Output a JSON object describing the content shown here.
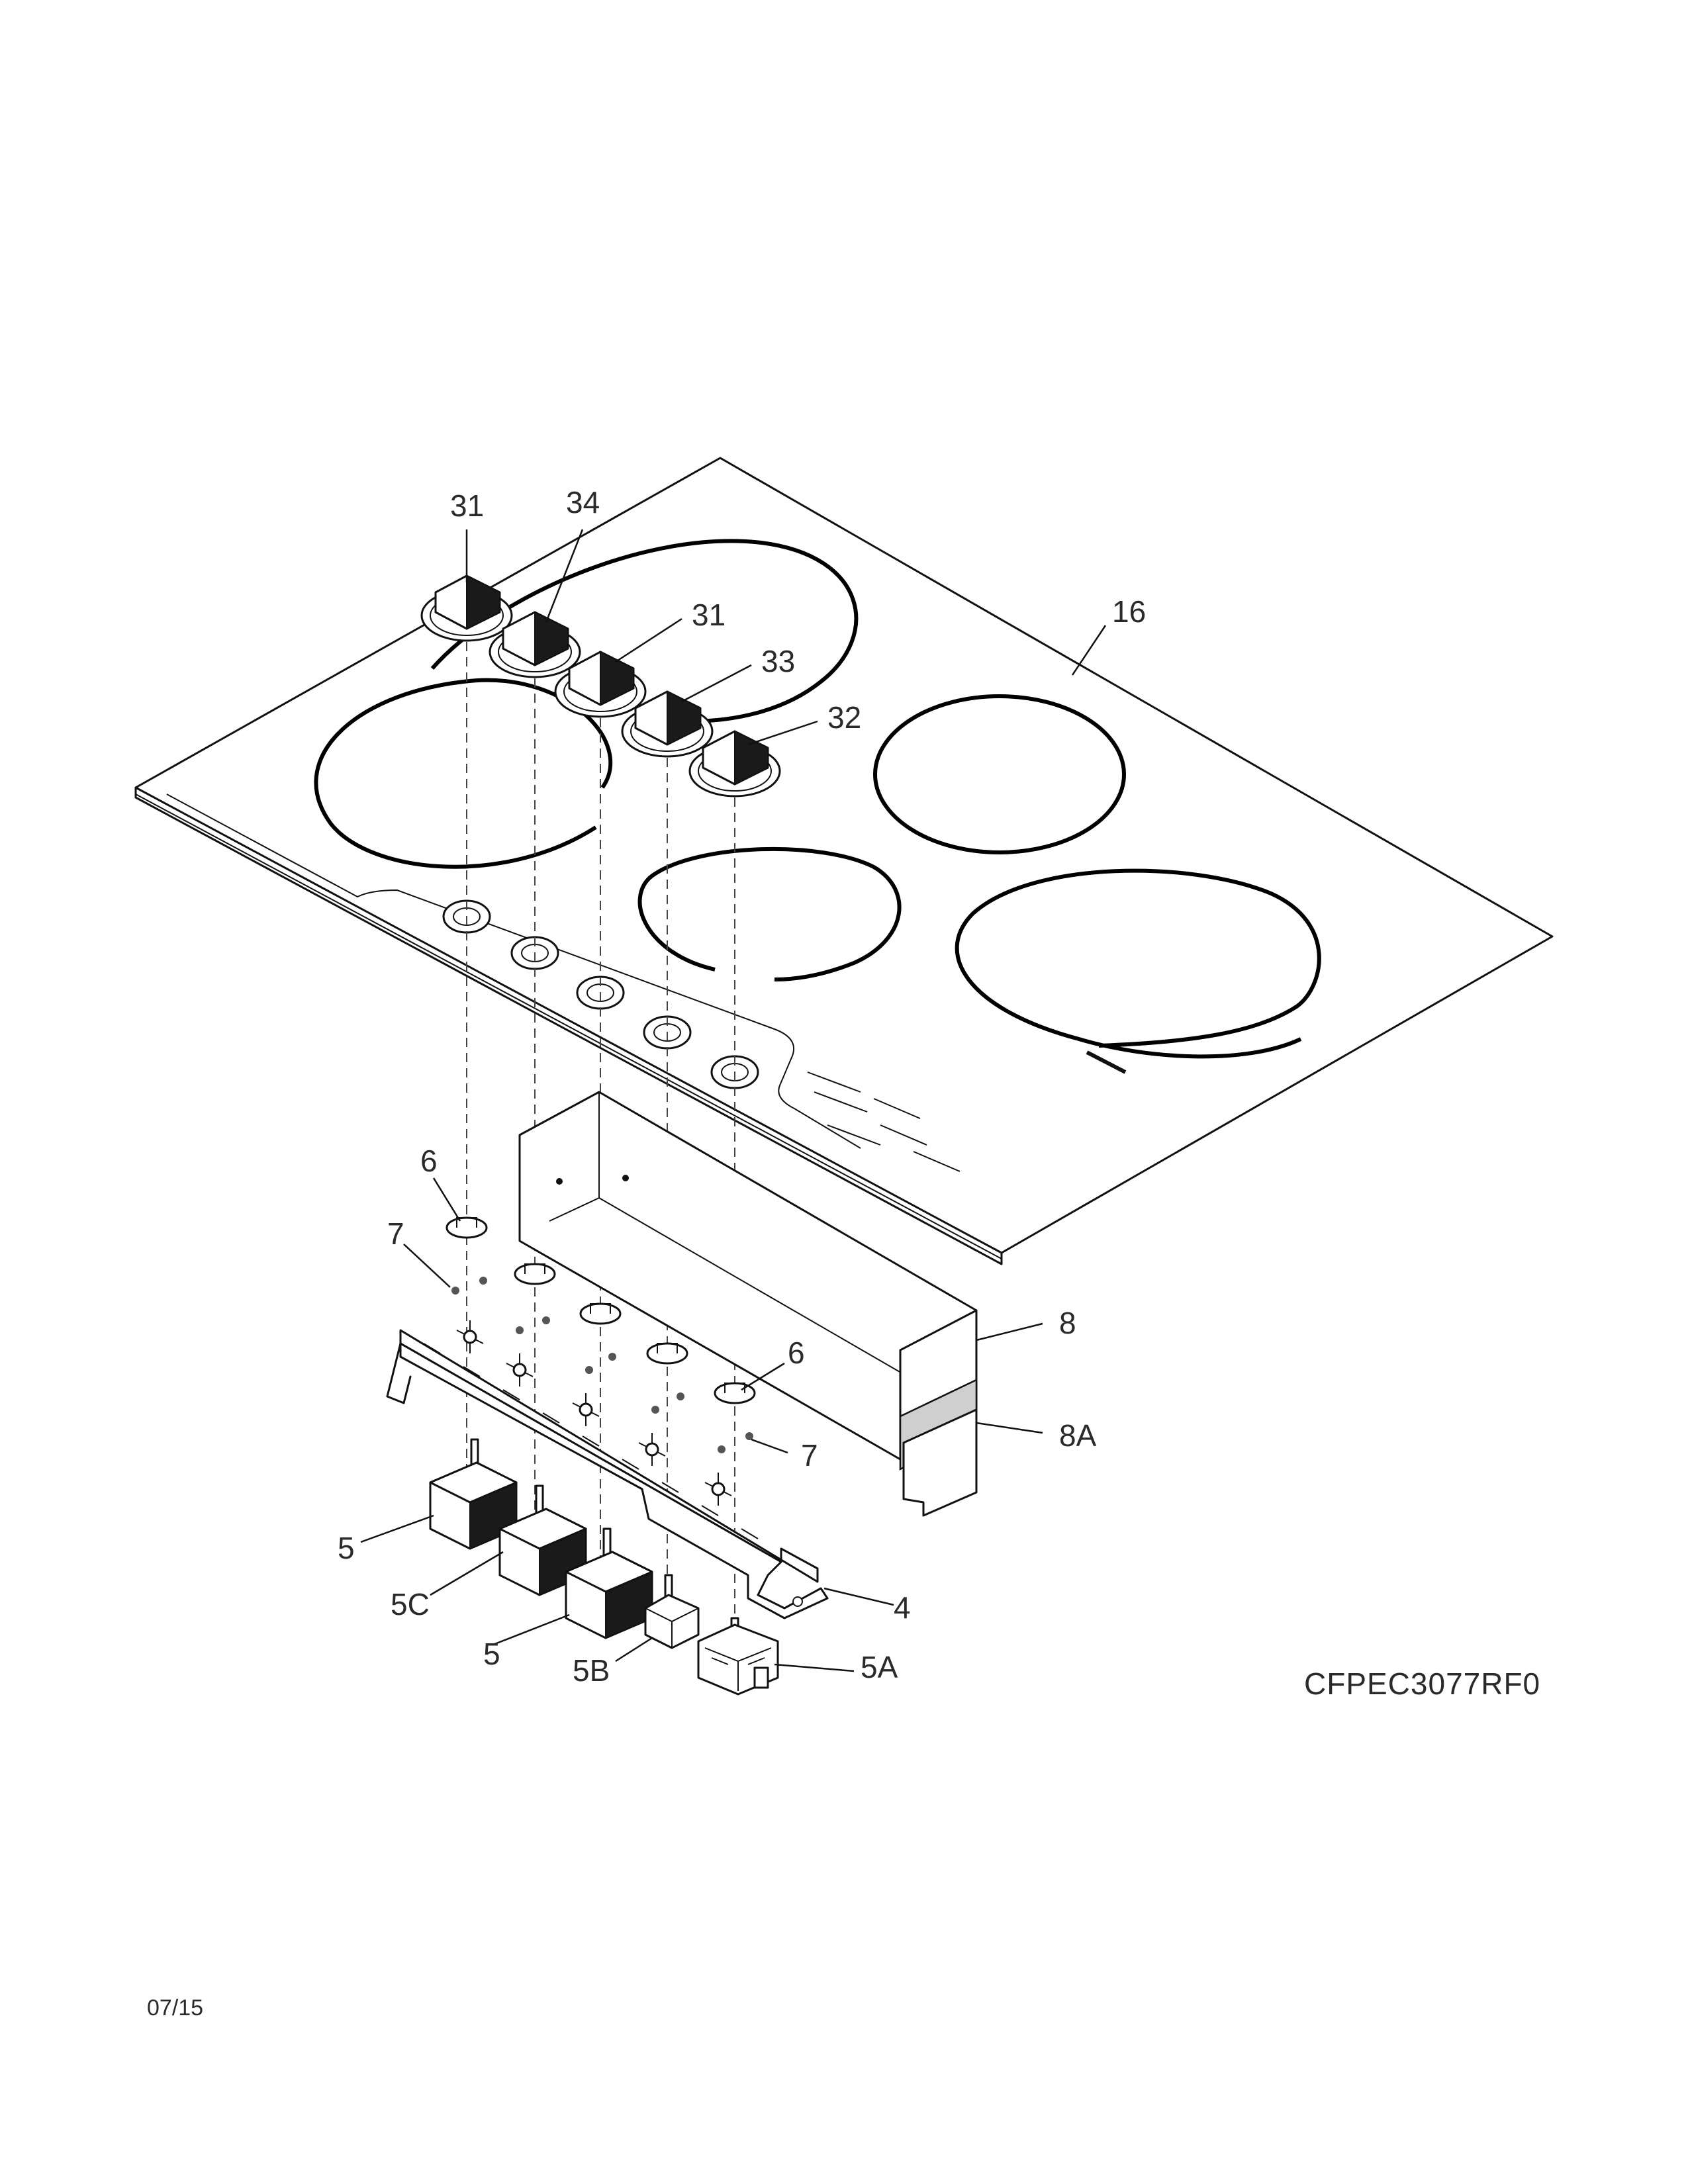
{
  "diagram": {
    "model_number": "CFPEC3077RF0",
    "footer_date": "07/15",
    "callouts": {
      "knob_31_left": "31",
      "knob_34": "34",
      "knob_31_mid": "31",
      "knob_33": "33",
      "knob_32": "32",
      "cooktop_16": "16",
      "bracket_6_left": "6",
      "bracket_6_right": "6",
      "screw_7_left": "7",
      "screw_7_right": "7",
      "shield_8": "8",
      "shield_8a": "8A",
      "housing_4": "4",
      "switch_5_top": "5",
      "switch_5c": "5C",
      "switch_5_bottom": "5",
      "switch_5b": "5B",
      "switch_5a": "5A"
    }
  }
}
